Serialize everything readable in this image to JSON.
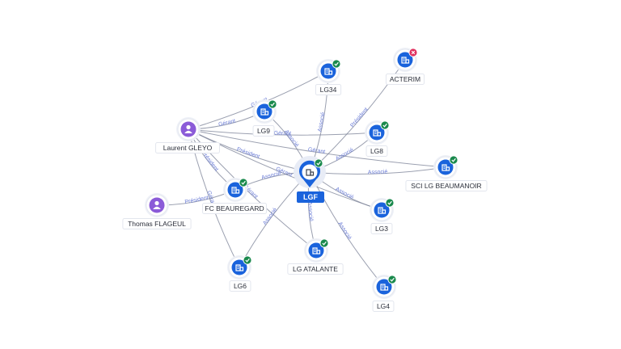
{
  "graph": {
    "center": {
      "id": "LGF",
      "label": "LGF"
    },
    "nodes": [
      {
        "id": "LG34",
        "label": "LG34",
        "type": "company",
        "status": "active"
      },
      {
        "id": "ACTERIM",
        "label": "ACTERIM",
        "type": "company",
        "status": "closed"
      },
      {
        "id": "LG9",
        "label": "LG9",
        "type": "company",
        "status": "active"
      },
      {
        "id": "LG8",
        "label": "LG8",
        "type": "company",
        "status": "active"
      },
      {
        "id": "SCILG",
        "label": "SCI LG BEAUMANOIR",
        "type": "company",
        "status": "active"
      },
      {
        "id": "FCB",
        "label": "FC BEAUREGARD",
        "type": "company",
        "status": "active"
      },
      {
        "id": "LG3",
        "label": "LG3",
        "type": "company",
        "status": "active"
      },
      {
        "id": "LGA",
        "label": "LG ATALANTE",
        "type": "company",
        "status": "active"
      },
      {
        "id": "LG6",
        "label": "LG6",
        "type": "company",
        "status": "active"
      },
      {
        "id": "LG4",
        "label": "LG4",
        "type": "company",
        "status": "active"
      },
      {
        "id": "LGLEYO",
        "label": "Laurent GLEYO",
        "type": "person"
      },
      {
        "id": "TFLAG",
        "label": "Thomas FLAGEUL",
        "type": "person"
      }
    ],
    "edges": [
      {
        "from": "LGLEYO",
        "to": "LG34",
        "label": "Gérant"
      },
      {
        "from": "LGLEYO",
        "to": "LG9",
        "label": "Gérant"
      },
      {
        "from": "LGLEYO",
        "to": "LGF",
        "label": "Président"
      },
      {
        "from": "LGLEYO",
        "to": "LG8",
        "label": "Gérant"
      },
      {
        "from": "LGLEYO",
        "to": "SCILG",
        "label": "Gérant"
      },
      {
        "from": "LGLEYO",
        "to": "FCB",
        "label": "Président"
      },
      {
        "from": "LGLEYO",
        "to": "LGA",
        "label": "Gérant"
      },
      {
        "from": "LGLEYO",
        "to": "LG3",
        "label": "Gérant"
      },
      {
        "from": "LGLEYO",
        "to": "LG6",
        "label": "Gérant"
      },
      {
        "from": "TFLAG",
        "to": "FCB",
        "label": "Président"
      },
      {
        "from": "LGF",
        "to": "LG34",
        "label": "Associé"
      },
      {
        "from": "LGF",
        "to": "ACTERIM",
        "label": "Président"
      },
      {
        "from": "LGF",
        "to": "LG9",
        "label": "Associé"
      },
      {
        "from": "LGF",
        "to": "LG8",
        "label": "Associé"
      },
      {
        "from": "LGF",
        "to": "SCILG",
        "label": "Associé"
      },
      {
        "from": "LGF",
        "to": "FCB",
        "label": "Associé"
      },
      {
        "from": "LGF",
        "to": "LG3",
        "label": "Associé"
      },
      {
        "from": "LGF",
        "to": "LGA",
        "label": "Associé"
      },
      {
        "from": "LGF",
        "to": "LG6",
        "label": "Associé"
      },
      {
        "from": "LGF",
        "to": "LG4",
        "label": "Associé"
      }
    ]
  }
}
